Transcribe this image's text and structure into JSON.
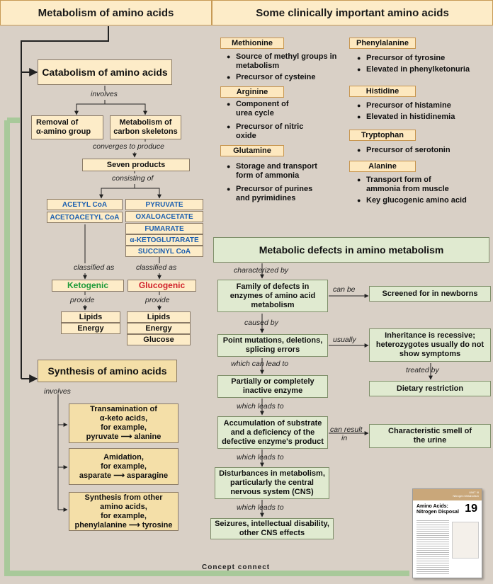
{
  "headers": {
    "left": "Metabolism of amino acids",
    "right": "Some clinically important amino acids"
  },
  "catabolism": {
    "title": "Catabolism of amino acids",
    "involves": "involves",
    "removal": [
      "Removal of",
      "α-amino group"
    ],
    "metabolism": [
      "Metabolism of",
      "carbon skeletons"
    ],
    "converges": "converges to produce",
    "seven": "Seven products",
    "consisting": "consisting of",
    "ketogenic_products": [
      "ACETYL CoA",
      "ACETOACETYL CoA"
    ],
    "glucogenic_products": [
      "PYRUVATE",
      "OXALOACETATE",
      "FUMARATE",
      "α-KETOGLUTARATE",
      "SUCCINYL CoA"
    ],
    "classified_left": "classified as",
    "classified_right": "classified as",
    "ketogenic": "Ketogenic",
    "glucogenic": "Glucogenic",
    "provide_left": "provide",
    "provide_right": "provide",
    "left_outputs": [
      "Lipids",
      "Energy"
    ],
    "right_outputs": [
      "Lipids",
      "Energy",
      "Glucose"
    ]
  },
  "synthesis": {
    "title": "Synthesis of amino acids",
    "involves": "involves",
    "trans": [
      "Transamination of",
      "α-keto acids,",
      "for example,"
    ],
    "trans_reaction": [
      "pyruvate",
      "alanine"
    ],
    "amid": [
      "Amidation,",
      "for example,"
    ],
    "amid_reaction": [
      "asparate",
      "asparagine"
    ],
    "other": [
      "Synthesis from other",
      "amino acids,",
      "for example,"
    ],
    "other_reaction": [
      "phenylalanine",
      "tyrosine"
    ]
  },
  "concept_connect": "Concept connect",
  "amino_acids": [
    {
      "name": "Methionine",
      "items": [
        "Source of methyl groups in metabolism",
        "Precursor of cysteine"
      ]
    },
    {
      "name": "Arginine",
      "items": [
        "Component of urea cycle",
        "Precursor of nitric oxide"
      ]
    },
    {
      "name": "Glutamine",
      "items": [
        "Storage and transport form of ammonia",
        "Precursor of purines and pyrimidines"
      ]
    },
    {
      "name": "Phenylalanine",
      "items": [
        "Precursor of tyrosine",
        "Elevated in phenylketonuria"
      ]
    },
    {
      "name": "Histidine",
      "items": [
        "Precursor of histamine",
        "Elevated in histidinemia"
      ]
    },
    {
      "name": "Tryptophan",
      "items": [
        "Precursor of serotonin"
      ]
    },
    {
      "name": "Alanine",
      "items": [
        "Transport form of ammonia from muscle",
        "Key glucogenic amino acid"
      ]
    }
  ],
  "defects": {
    "title": "Metabolic defects in amino metabolism",
    "characterized_by": "characterized by",
    "family": [
      "Family of defects in",
      "enzymes of amino acid",
      "metabolism"
    ],
    "can_be": "can be",
    "screened": "Screened for in newborns",
    "caused_by": "caused by",
    "point": [
      "Point mutations, deletions,",
      "splicing errors"
    ],
    "usually": "usually",
    "inheritance": [
      "Inheritance is recessive;",
      "heterozygotes usually do not",
      "show symptoms"
    ],
    "treated_by": "treated by",
    "dietary": "Dietary restriction",
    "which_can": "which can lead to",
    "partial": [
      "Partially or completely",
      "inactive enzyme"
    ],
    "leads1": "which leads to",
    "accum": [
      "Accumulation of substrate",
      "and a deficiency of the",
      "defective enzyme's product"
    ],
    "can_result": [
      "can result",
      "in"
    ],
    "smell": [
      "Characteristic smell of",
      "the urine"
    ],
    "leads2": "which leads to",
    "disturb": [
      "Disturbances in metabolism,",
      "particularly the central",
      "nervous system (CNS)"
    ],
    "leads3": "which leads to",
    "seizures": [
      "Seizures, intellectual disability,",
      "other CNS effects"
    ]
  },
  "thumbnail": {
    "unit": "UNIT III",
    "unit_sub": "Nitrogen Metabolism",
    "title": [
      "Amino Acids:",
      "Nitrogen Disposal"
    ],
    "chapter": "19"
  },
  "colors": {
    "background": "#d9d0c6",
    "cream": "#fdecc8",
    "tan": "#f4dfa8",
    "green_box": "#e0ead0",
    "blue_text": "#1b5fb0",
    "ketogenic": "#1e9a3a",
    "glucogenic": "#d0202a"
  }
}
